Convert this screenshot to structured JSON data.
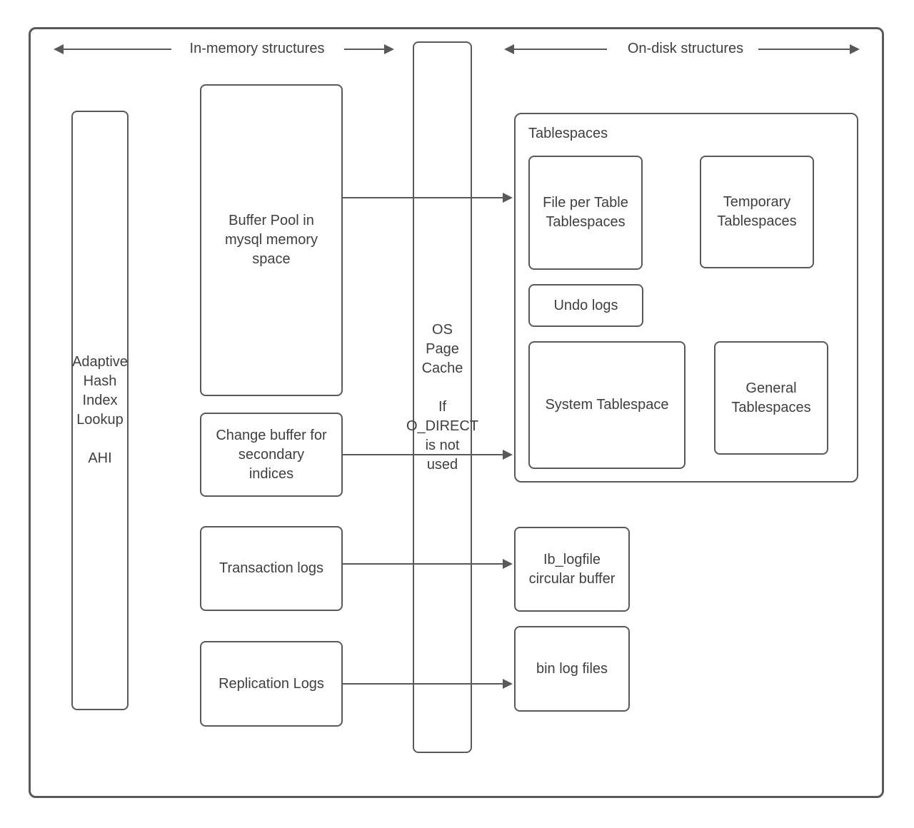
{
  "header": {
    "in_memory_label": "In-memory structures",
    "on_disk_label": "On-disk structures"
  },
  "nodes": {
    "adaptive_hash": {
      "title": "Adaptive\nHash\nIndex\nLookup",
      "subtitle": "AHI"
    },
    "buffer_pool": {
      "label": "Buffer Pool in\nmysql memory\nspace"
    },
    "change_buffer": {
      "label": "Change buffer for\nsecondary\nindices"
    },
    "transaction_logs": {
      "label": "Transaction logs"
    },
    "replication_logs": {
      "label": "Replication Logs"
    },
    "os_page_cache": {
      "title": "OS\nPage\nCache",
      "subtitle": "If\nO_DIRECT\nis not\nused"
    },
    "tablespaces": {
      "label": "Tablespaces"
    },
    "file_per_table": {
      "label": "File per Table\nTablespaces"
    },
    "temporary_tablespaces": {
      "label": "Temporary\nTablespaces"
    },
    "undo_logs": {
      "label": "Undo logs"
    },
    "system_tablespace": {
      "label": "System Tablespace"
    },
    "general_tablespaces": {
      "label": "General\nTablespaces"
    },
    "ib_logfile": {
      "label": "Ib_logfile\ncircular buffer"
    },
    "bin_log_files": {
      "label": "bin log files"
    }
  },
  "colors": {
    "stroke": "#595959",
    "text": "#3f3f3f",
    "background": "#ffffff"
  }
}
